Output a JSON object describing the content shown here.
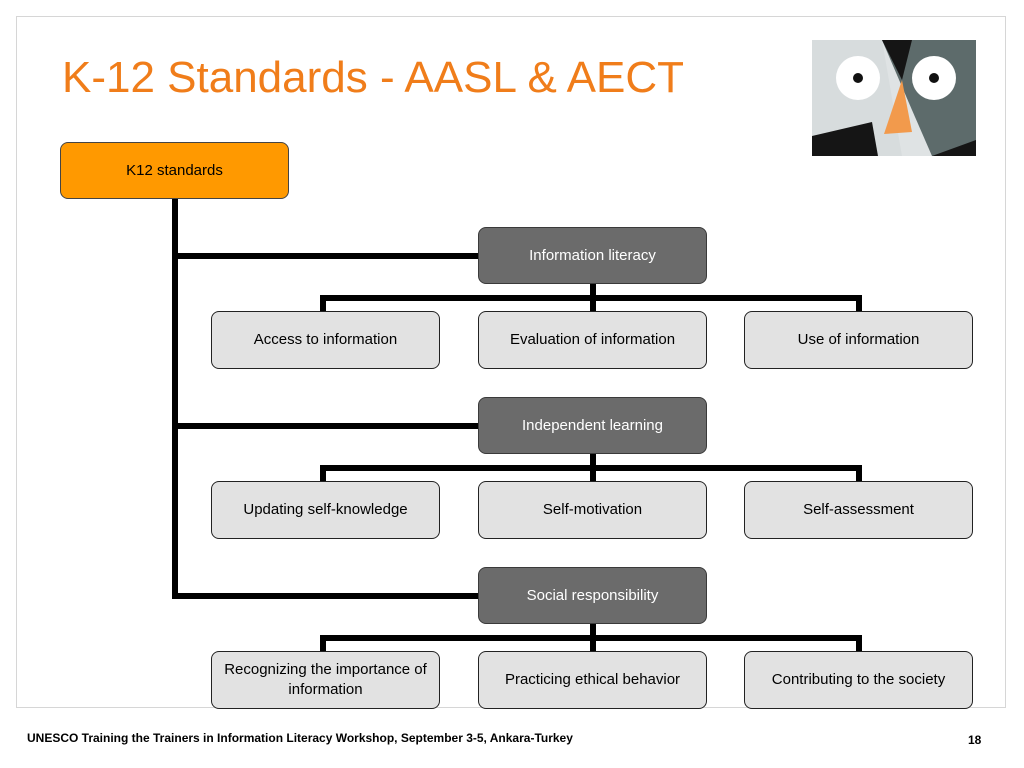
{
  "slide": {
    "title": "K-12 Standards - AASL & AECT",
    "footer": "UNESCO Training the Trainers in Information Literacy Workshop, September 3-5, Ankara-Turkey",
    "page_number": "18"
  },
  "diagram": {
    "root": "K12 standards",
    "groups": [
      {
        "label": "Information literacy",
        "children": [
          "Access to information",
          "Evaluation of information",
          "Use of information"
        ]
      },
      {
        "label": "Independent learning",
        "children": [
          "Updating self-knowledge",
          "Self-motivation",
          "Self-assessment"
        ]
      },
      {
        "label": "Social responsibility",
        "children": [
          "Recognizing the importance of information",
          "Practicing ethical behavior",
          "Contributing to the society"
        ]
      }
    ]
  },
  "colors": {
    "title": "#f07d1a",
    "root_fill": "#ff9900",
    "group_fill": "#6b6b6b",
    "leaf_fill": "#e2e2e2"
  }
}
